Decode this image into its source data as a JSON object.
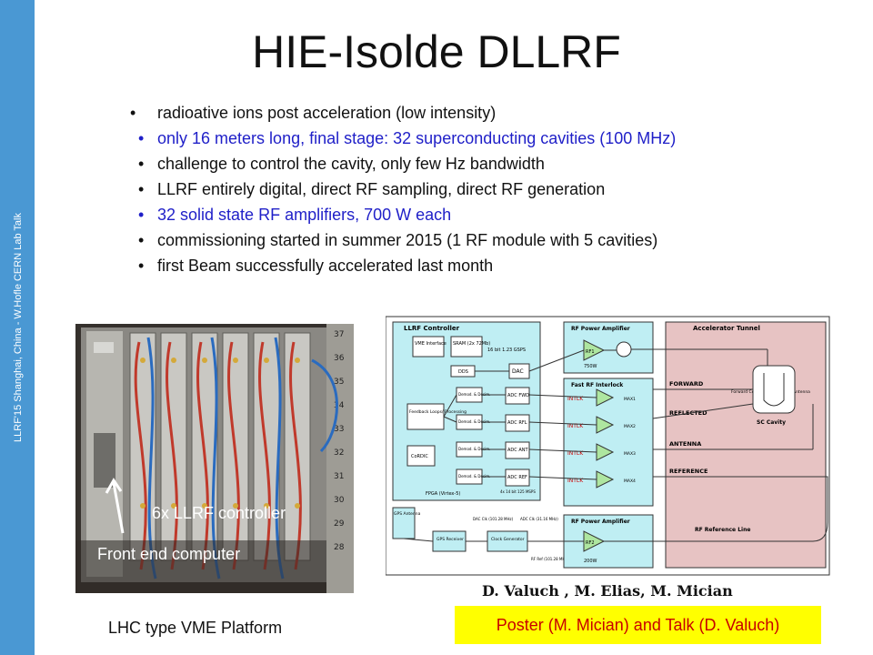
{
  "sidebar": {
    "footer_text": "LLRF'15 Shanghai, China   -   W.Hofle     CERN Lab Talk"
  },
  "slide": {
    "title": "HIE-Isolde DLLRF",
    "bullets": [
      {
        "text": "radioative ions post acceleration (low intensity)",
        "color": "#111111"
      },
      {
        "text": "only 16 meters long, final stage: 32 superconducting cavities (100 MHz)",
        "color": "#1f1fc8"
      },
      {
        "text": "challenge to control the cavity, only few Hz bandwidth",
        "color": "#111111"
      },
      {
        "text": "LLRF entirely digital, direct RF sampling, direct RF generation",
        "color": "#111111"
      },
      {
        "text": "32 solid state RF amplifiers, 700 W each",
        "color": "#1f1fc8"
      },
      {
        "text": "commissioning  started in summer 2015 (1 RF module with 5 cavities)",
        "color": "#111111"
      },
      {
        "text": "first Beam successfully accelerated last month",
        "color": "#111111"
      }
    ],
    "bullet_symbol": "•"
  },
  "photo": {
    "label_controllers": "6x LLRF controller",
    "label_frontend": "Front end computer",
    "caption": "LHC type  VME Platform"
  },
  "diagram": {
    "llrf_controller": "LLRF Controller",
    "vme_interface": "VME Interface",
    "sram": "SRAM (2x 72Mb)",
    "bus_spec": "16 bit 1.23 GSPS",
    "dds": "DDS",
    "dac": "DAC",
    "feedback": "Feedback Loops/ Processing",
    "demod": "Demod. & Decim.",
    "coridic": "CoRDIC",
    "fpga": "FPGA (Virtex-5)",
    "adc_fwd": "ADC FWD",
    "adc_rfl": "ADC RFL",
    "adc_ant": "ADC ANT",
    "adc_ref": "ADC REF",
    "adc_spec": "4x 14 bit 125 MSPS",
    "rf_power_amp": "RF Power Amplifier",
    "amp_top": "RF1",
    "amp_top_power": "750W",
    "fast_interlock": "Fast RF Interlock",
    "intlk": "INTLK",
    "max_labels": [
      "MAX1",
      "MAX2",
      "MAX3",
      "MAX4"
    ],
    "accelerator_tunnel": "Accelerator Tunnel",
    "signals": [
      "FORWARD",
      "REFLECTED",
      "ANTENNA",
      "REFERENCE"
    ],
    "coupler": "Forward Coupler",
    "antenna_label": "Antenna",
    "sc_cavity": "SC Cavity",
    "gps_antenna": "GPS Antenna",
    "gps_receiver": "GPS Receiver",
    "clock_generator": "Clock Generator",
    "dac_clk": "DAC Clk (101.28 MHz)",
    "adc_clk": "ADC Clk (31.16 MHz)",
    "rf_ref": "RF Ref (101.28 MHz)",
    "amp_bottom": "RF2",
    "amp_bottom_power": "200W",
    "rf_ref_line": "RF Reference Line"
  },
  "credits": {
    "authors": "D. Valuch , M. Elias, M. Mician",
    "poster_note": "Poster (M. Mician) and Talk (D. Valuch)"
  },
  "colors": {
    "sidebar": "#4a98d3",
    "blue_text": "#1f1fc8",
    "poster_bg": "#ffff00",
    "poster_text": "#c80000"
  }
}
